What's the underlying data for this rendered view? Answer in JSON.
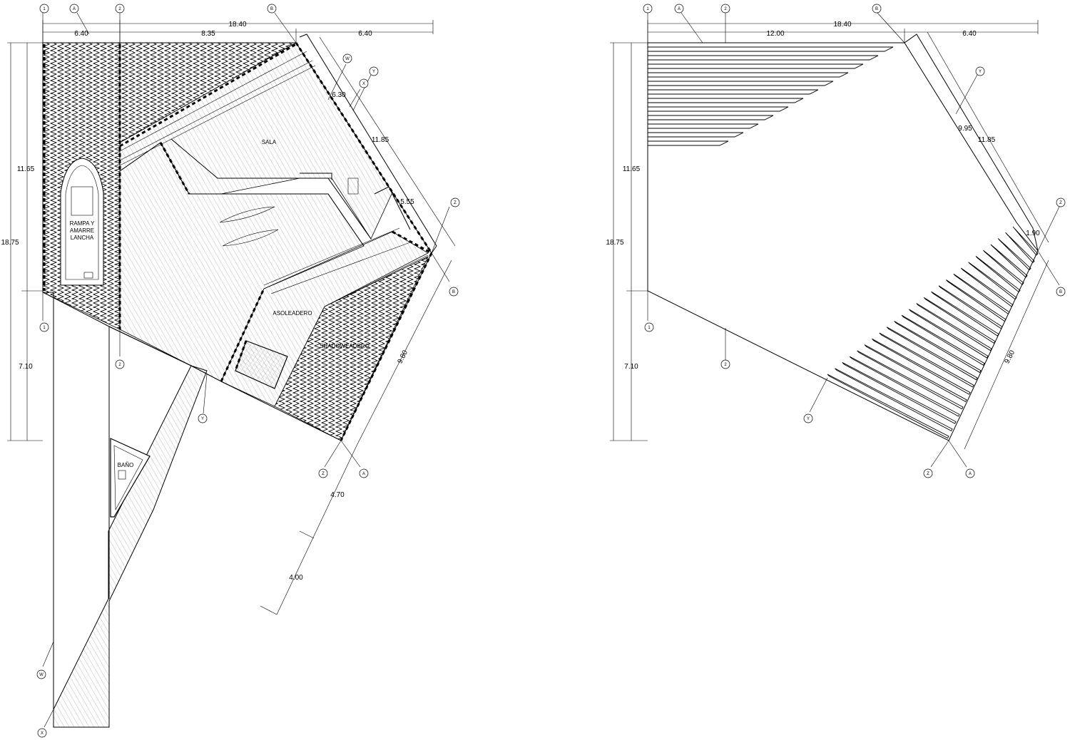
{
  "left_plan": {
    "dimensions": {
      "top_total": "18.40",
      "top_seg1": "6.40",
      "top_seg2": "8.35",
      "top_seg3": "6.40",
      "left_total": "18.75",
      "left_upper": "11.65",
      "left_lower": "7.10",
      "diag_w": "6.30",
      "diag_x": "11.85",
      "diag_y": "5.55",
      "diag_side": "9.80",
      "pier_1": "4.70",
      "pier_2": "4.00"
    },
    "rooms": {
      "sala": "SALA",
      "boat_line1": "RAMPA Y",
      "boat_line2": "AMARRE",
      "boat_line3": "LANCHA",
      "asoleadero": "ASOLEADERO",
      "sombreadero": "SHADOWEADERO",
      "bano": "BAÑO"
    },
    "grid_bubbles": [
      "1",
      "A",
      "2",
      "B",
      "W",
      "X",
      "Y",
      "Z",
      "B",
      "1",
      "2",
      "Z",
      "A",
      "Y",
      "W",
      "X"
    ]
  },
  "right_plan": {
    "dimensions": {
      "top_total": "18.40",
      "top_seg1": "12.00",
      "top_seg2": "6.40",
      "left_total": "18.75",
      "left_upper": "11.65",
      "left_lower": "7.10",
      "diag_1": "9.95",
      "diag_2": "11.85",
      "diag_3": "1.90",
      "diag_side": "9.80"
    },
    "grid_bubbles": [
      "1",
      "A",
      "2",
      "B",
      "Y",
      "Z",
      "B",
      "1",
      "2",
      "Y",
      "Z",
      "A"
    ]
  },
  "colors": {
    "line": "#000000",
    "background": "#ffffff"
  }
}
